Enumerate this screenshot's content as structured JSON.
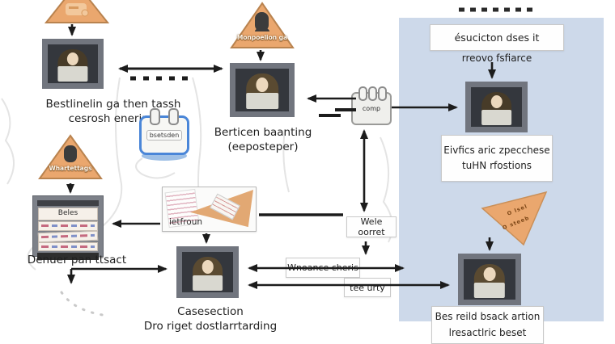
{
  "diagram": {
    "top_left": {
      "caption_line1": "Bestlinelin ga then tassh",
      "caption_line2": "cesrosh enerims"
    },
    "center_top": {
      "triangle_label": "Monpoelion ga",
      "caption_line1": "Berticen baanting",
      "caption_line2": "(eeposteper)"
    },
    "notepad_label": "bsetsden",
    "comp_label": "comp",
    "warning_triangle_label": "Whartettags",
    "beles_label": "Beles",
    "denuer_caption": "Denuer pan ttsact",
    "ietfroun_label": "ietfroun",
    "wele_label": "Wele oorret",
    "cheris_label": "Wnoance cheris",
    "tee_urty_label": "tee urty",
    "casesection": {
      "caption_line1": "Casesection",
      "caption_line2": "Dro riget dostlarrtarding"
    },
    "right_panel": {
      "top_box_line1": "ésucicton dses it",
      "top_caption_line2": "rreovo fsfiarce",
      "mid_box_line1": "Eivfics aric zpecchese",
      "mid_box_line2": "tuHN rfostions",
      "tilted_triangle_text1": "O lsel",
      "tilted_triangle_text2": "O steeb",
      "bottom_box_line1": "Bes reild bsack artion",
      "bottom_box_line2": "lresactlric beset"
    }
  },
  "colors": {
    "panel_blue": "#cdd9ea",
    "triangle_orange": "#eaa76e",
    "triangle_border": "#b9834f",
    "node_outer": "#71757e",
    "node_inner": "#34373d",
    "arrow_black": "#1c1c1c",
    "notepad_blue": "#4a86d8"
  }
}
